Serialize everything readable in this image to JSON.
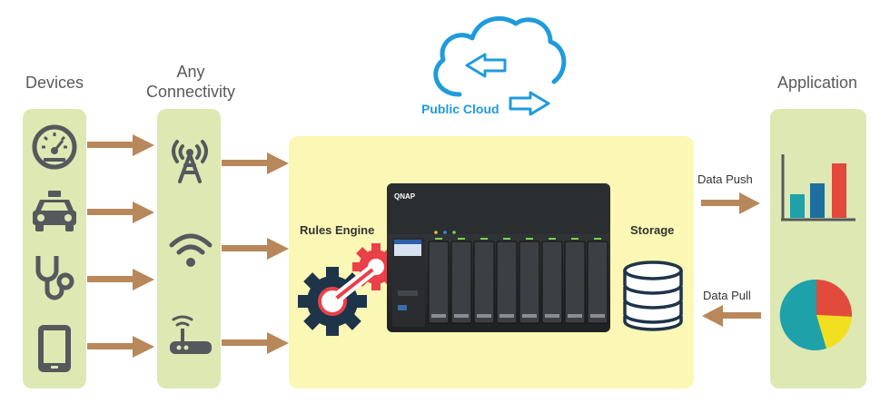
{
  "columns": {
    "devices": "Devices",
    "connectivity_line1": "Any",
    "connectivity_line2": "Connectivity",
    "application": "Application"
  },
  "cloud": {
    "label": "Public Cloud"
  },
  "hub": {
    "rules_engine": "Rules Engine",
    "storage": "Storage",
    "nas_brand": "QNAP"
  },
  "flows": {
    "data_push": "Data Push",
    "data_pull": "Data Pull"
  },
  "devices": [
    "speedometer-icon",
    "car-icon",
    "stethoscope-icon",
    "tablet-icon"
  ],
  "connectivity": [
    "cell-tower-icon",
    "wifi-icon",
    "router-icon"
  ],
  "colors": {
    "green_panel": "#dde8b3",
    "yellow_panel": "#fbf7b4",
    "arrow": "#b8875a",
    "icon_gray": "#55585c",
    "cloud_blue": "#1f9bdc",
    "gear_navy": "#1e3449",
    "gear_red": "#e8414a",
    "bar_teal": "#1ea1a9",
    "bar_blue": "#1e6f9f",
    "bar_red": "#e24a3b",
    "pie_yellow": "#f2e020"
  }
}
